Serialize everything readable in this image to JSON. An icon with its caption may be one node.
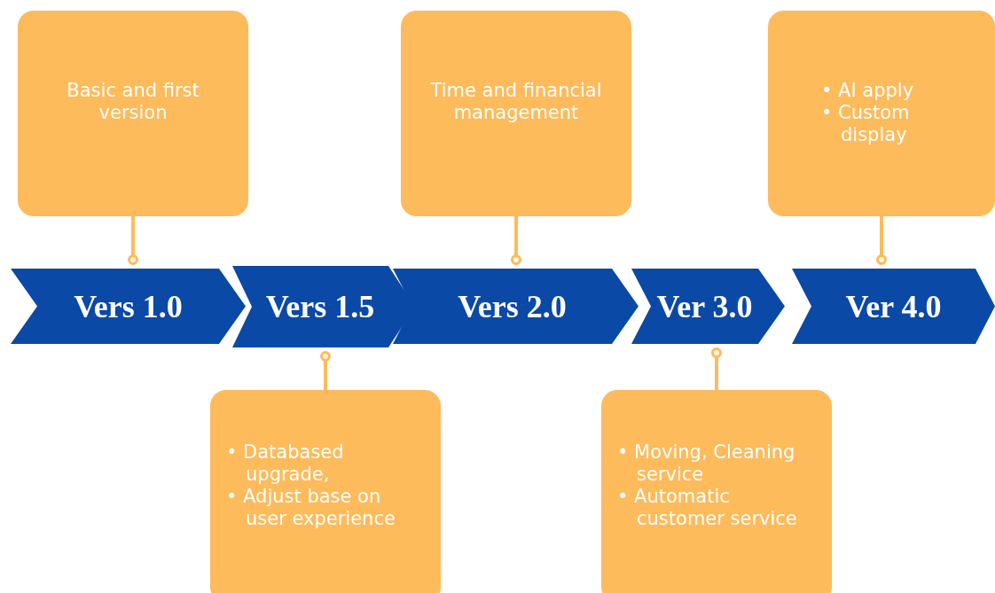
{
  "diagram": {
    "nodes": [
      {
        "text": [
          "Basic and first version"
        ]
      },
      {
        "text": [
          "Time and financial management"
        ]
      },
      {
        "text": [
          "• AI apply",
          "• Custom display"
        ]
      },
      {
        "text": [
          "Vers 1.0"
        ]
      },
      {
        "text": [
          "Vers 1.5"
        ]
      },
      {
        "text": [
          "Vers 2.0"
        ]
      },
      {
        "text": [
          "Ver 3.0"
        ]
      },
      {
        "text": [
          "Ver 4.0"
        ]
      },
      {
        "text": [
          "• Databased upgrade,",
          "• Adjust base on user experience"
        ]
      },
      {
        "text": [
          "• Moving, Cleaning service",
          "• Automatic customer service"
        ]
      }
    ],
    "edges": [
      {
        "from": 0,
        "to": 3,
        "arrow": "other"
      },
      {
        "from": 1,
        "to": 5,
        "arrow": "other"
      },
      {
        "from": 2,
        "to": 7,
        "arrow": "other"
      },
      {
        "from": 8,
        "to": 4,
        "arrow": "other"
      },
      {
        "from": 9,
        "to": 6,
        "arrow": "other"
      }
    ]
  }
}
